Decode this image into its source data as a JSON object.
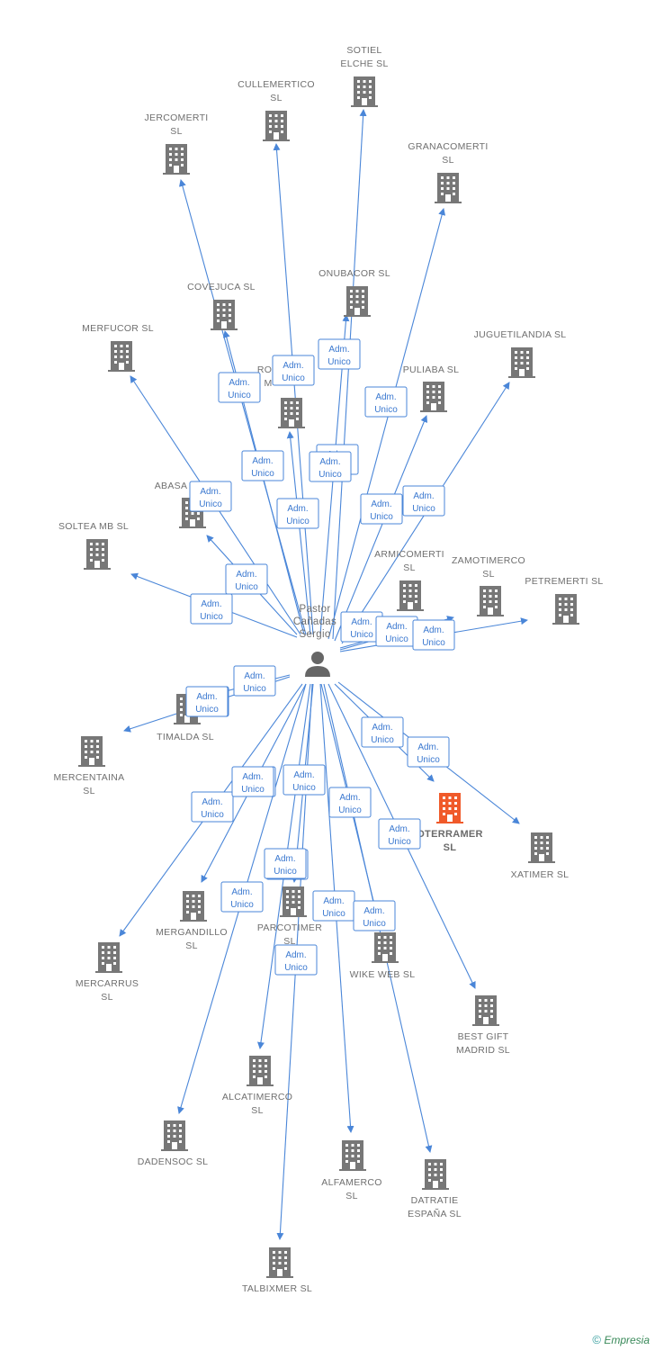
{
  "center": {
    "name_lines": [
      "Pastor",
      "Cañadas",
      "Sergio"
    ]
  },
  "edge_label_lines": [
    "Adm.",
    "Unico"
  ],
  "highlight_color": "#f05a2a",
  "node_color": "#777777",
  "edge_color": "#4a86d8",
  "nodes": [
    {
      "id": "sotiel",
      "lines": [
        "SOTIEL",
        "ELCHE  SL"
      ]
    },
    {
      "id": "cullemertico",
      "lines": [
        "CULLEMERTICO",
        "SL"
      ]
    },
    {
      "id": "jercomerti",
      "lines": [
        "JERCOMERTI",
        "SL"
      ]
    },
    {
      "id": "granacomerti",
      "lines": [
        "GRANACOMERTI",
        "SL"
      ]
    },
    {
      "id": "onubacor",
      "lines": [
        "ONUBACOR  SL"
      ]
    },
    {
      "id": "covejuca",
      "lines": [
        "COVEJUCA SL"
      ]
    },
    {
      "id": "juguetilandia",
      "lines": [
        "JUGUETILANDIA SL"
      ]
    },
    {
      "id": "merfucor",
      "lines": [
        "MERFUCOR  SL"
      ]
    },
    {
      "id": "roc",
      "lines": [
        "ROC",
        "M"
      ]
    },
    {
      "id": "puliaba",
      "lines": [
        "PULIABA  SL"
      ]
    },
    {
      "id": "abasa",
      "lines": [
        "ABASA"
      ]
    },
    {
      "id": "soltea",
      "lines": [
        "SOLTEA MB  SL"
      ]
    },
    {
      "id": "armicomerti",
      "lines": [
        "ARMICOMERTI",
        "SL"
      ]
    },
    {
      "id": "zamotimerco",
      "lines": [
        "ZAMOTIMERCO",
        "SL"
      ]
    },
    {
      "id": "petremerti",
      "lines": [
        "PETREMERTI  SL"
      ]
    },
    {
      "id": "timalda",
      "lines": [
        "TIMALDA  SL"
      ]
    },
    {
      "id": "mercentaina",
      "lines": [
        "MERCENTAINA",
        "SL"
      ]
    },
    {
      "id": "oterramer",
      "lines": [
        "OTERRAMER",
        "SL"
      ],
      "highlight": true
    },
    {
      "id": "xatimer",
      "lines": [
        "XATIMER  SL"
      ]
    },
    {
      "id": "mergandillo",
      "lines": [
        "MERGANDILLO",
        "SL"
      ]
    },
    {
      "id": "parcotimer",
      "lines": [
        "PARCOTIMER",
        "SL"
      ]
    },
    {
      "id": "wikeweb",
      "lines": [
        "WIKE WEB  SL"
      ]
    },
    {
      "id": "mercarrus",
      "lines": [
        "MERCARRUS",
        "SL"
      ]
    },
    {
      "id": "bestgift",
      "lines": [
        "BEST GIFT",
        "MADRID  SL"
      ]
    },
    {
      "id": "alcatimerco",
      "lines": [
        "ALCATIMERCO",
        "SL"
      ]
    },
    {
      "id": "dadensoc",
      "lines": [
        "DADENSOC  SL"
      ]
    },
    {
      "id": "alfamerco",
      "lines": [
        "ALFAMERCO",
        "SL"
      ]
    },
    {
      "id": "datratie",
      "lines": [
        "DATRATIE",
        "ESPAÑA  SL"
      ]
    },
    {
      "id": "talbixmer",
      "lines": [
        "TALBIXMER  SL"
      ]
    }
  ],
  "footer": {
    "copyright": "©",
    "brand": "Empresia"
  }
}
